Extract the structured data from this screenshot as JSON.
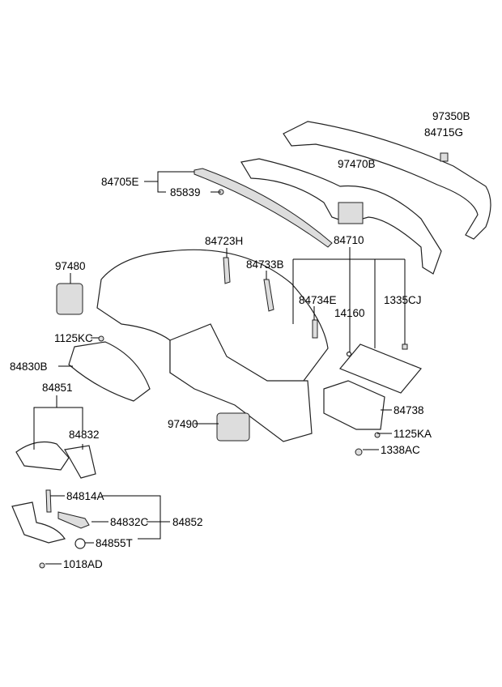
{
  "diagram": {
    "labels": {
      "p97350B": "97350B",
      "p84715G": "84715G",
      "p97470B": "97470B",
      "p84705E": "84705E",
      "p85839": "85839",
      "p84723H": "84723H",
      "p84710": "84710",
      "p97480": "97480",
      "p84733B": "84733B",
      "p84734E": "84734E",
      "p14160": "14160",
      "p1335CJ": "1335CJ",
      "p1125KC": "1125KC",
      "p84830B": "84830B",
      "p84851": "84851",
      "p84832": "84832",
      "p97490": "97490",
      "p84738": "84738",
      "p1125KA": "1125KA",
      "p1338AC": "1338AC",
      "p84814A": "84814A",
      "p84832C": "84832C",
      "p84852": "84852",
      "p84855T": "84855T",
      "p1018AD": "1018AD"
    }
  }
}
